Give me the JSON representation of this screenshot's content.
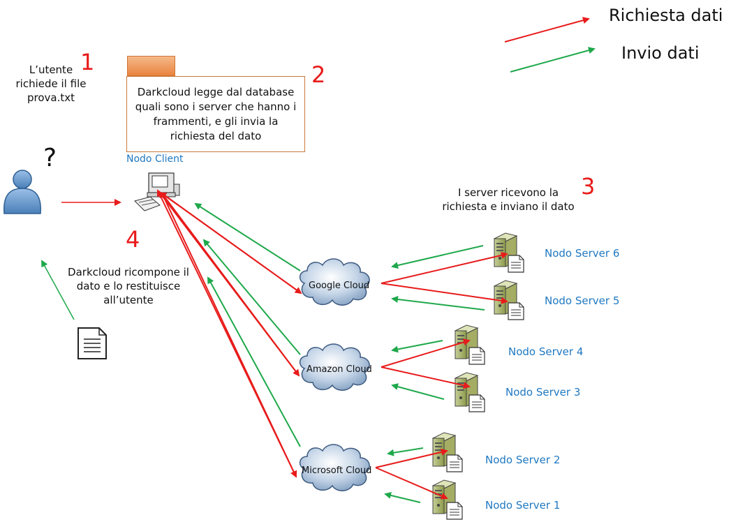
{
  "legend": {
    "request_label": "Richiesta dati",
    "send_label": "Invio dati",
    "request_color": "#e81b1b",
    "send_color": "#1ea84a"
  },
  "steps": {
    "step1": {
      "number": "1",
      "text": "L’utente richiede il file prova.txt"
    },
    "step2": {
      "number": "2",
      "text": "Darkcloud legge dal database quali sono i server che hanno i frammenti, e gli invia la richiesta del dato"
    },
    "step3": {
      "number": "3",
      "text": "I server ricevono la richiesta e inviano il dato"
    },
    "step4": {
      "number": "4",
      "text": "Darkcloud ricompone il dato e lo restituisce all’utente"
    }
  },
  "user": {
    "question_mark": "?"
  },
  "client": {
    "label": "Nodo Client"
  },
  "clouds": {
    "google": "Google Cloud",
    "amazon": "Amazon Cloud",
    "microsoft": "Microsoft Cloud"
  },
  "servers": {
    "s6": "Nodo Server 6",
    "s5": "Nodo Server 5",
    "s4": "Nodo Server 4",
    "s3": "Nodo Server 3",
    "s2": "Nodo Server 2",
    "s1": "Nodo Server 1"
  },
  "icons": {
    "user": "user-icon",
    "computer": "computer-icon",
    "server": "server-icon",
    "document": "document-icon",
    "cloud": "cloud-icon"
  }
}
